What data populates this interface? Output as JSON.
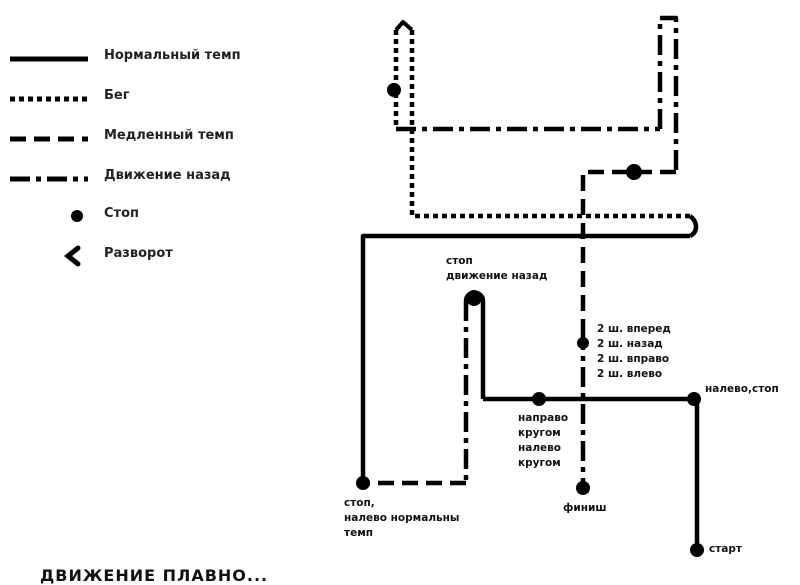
{
  "legend": [
    {
      "style": "solid",
      "label": "Нормальный темп"
    },
    {
      "style": "dotted",
      "label": "Бег"
    },
    {
      "style": "dashed",
      "label": "Медленный темп"
    },
    {
      "style": "dashdot",
      "label": "Движение назад"
    },
    {
      "style": "dot",
      "label": "Стоп"
    },
    {
      "style": "turn",
      "label": "Разворот"
    }
  ],
  "labels": {
    "stop_back": "стоп\nдвижение назад",
    "steps": "2 ш. вперед\n2 ш. назад\n2 ш. вправо\n2 ш. влево",
    "left_stop": "налево,стоп",
    "about_face": "направо\nкругом\nналево\nкругом",
    "finish": "финиш",
    "start": "старт",
    "stop_left_normal": "стоп,\nналево нормальны\nтемп"
  },
  "colors": {
    "ink": "#000000",
    "paper": "#ffffff"
  },
  "footer_partial": "ДВИЖЕНИЕ ПЛАВНО..."
}
